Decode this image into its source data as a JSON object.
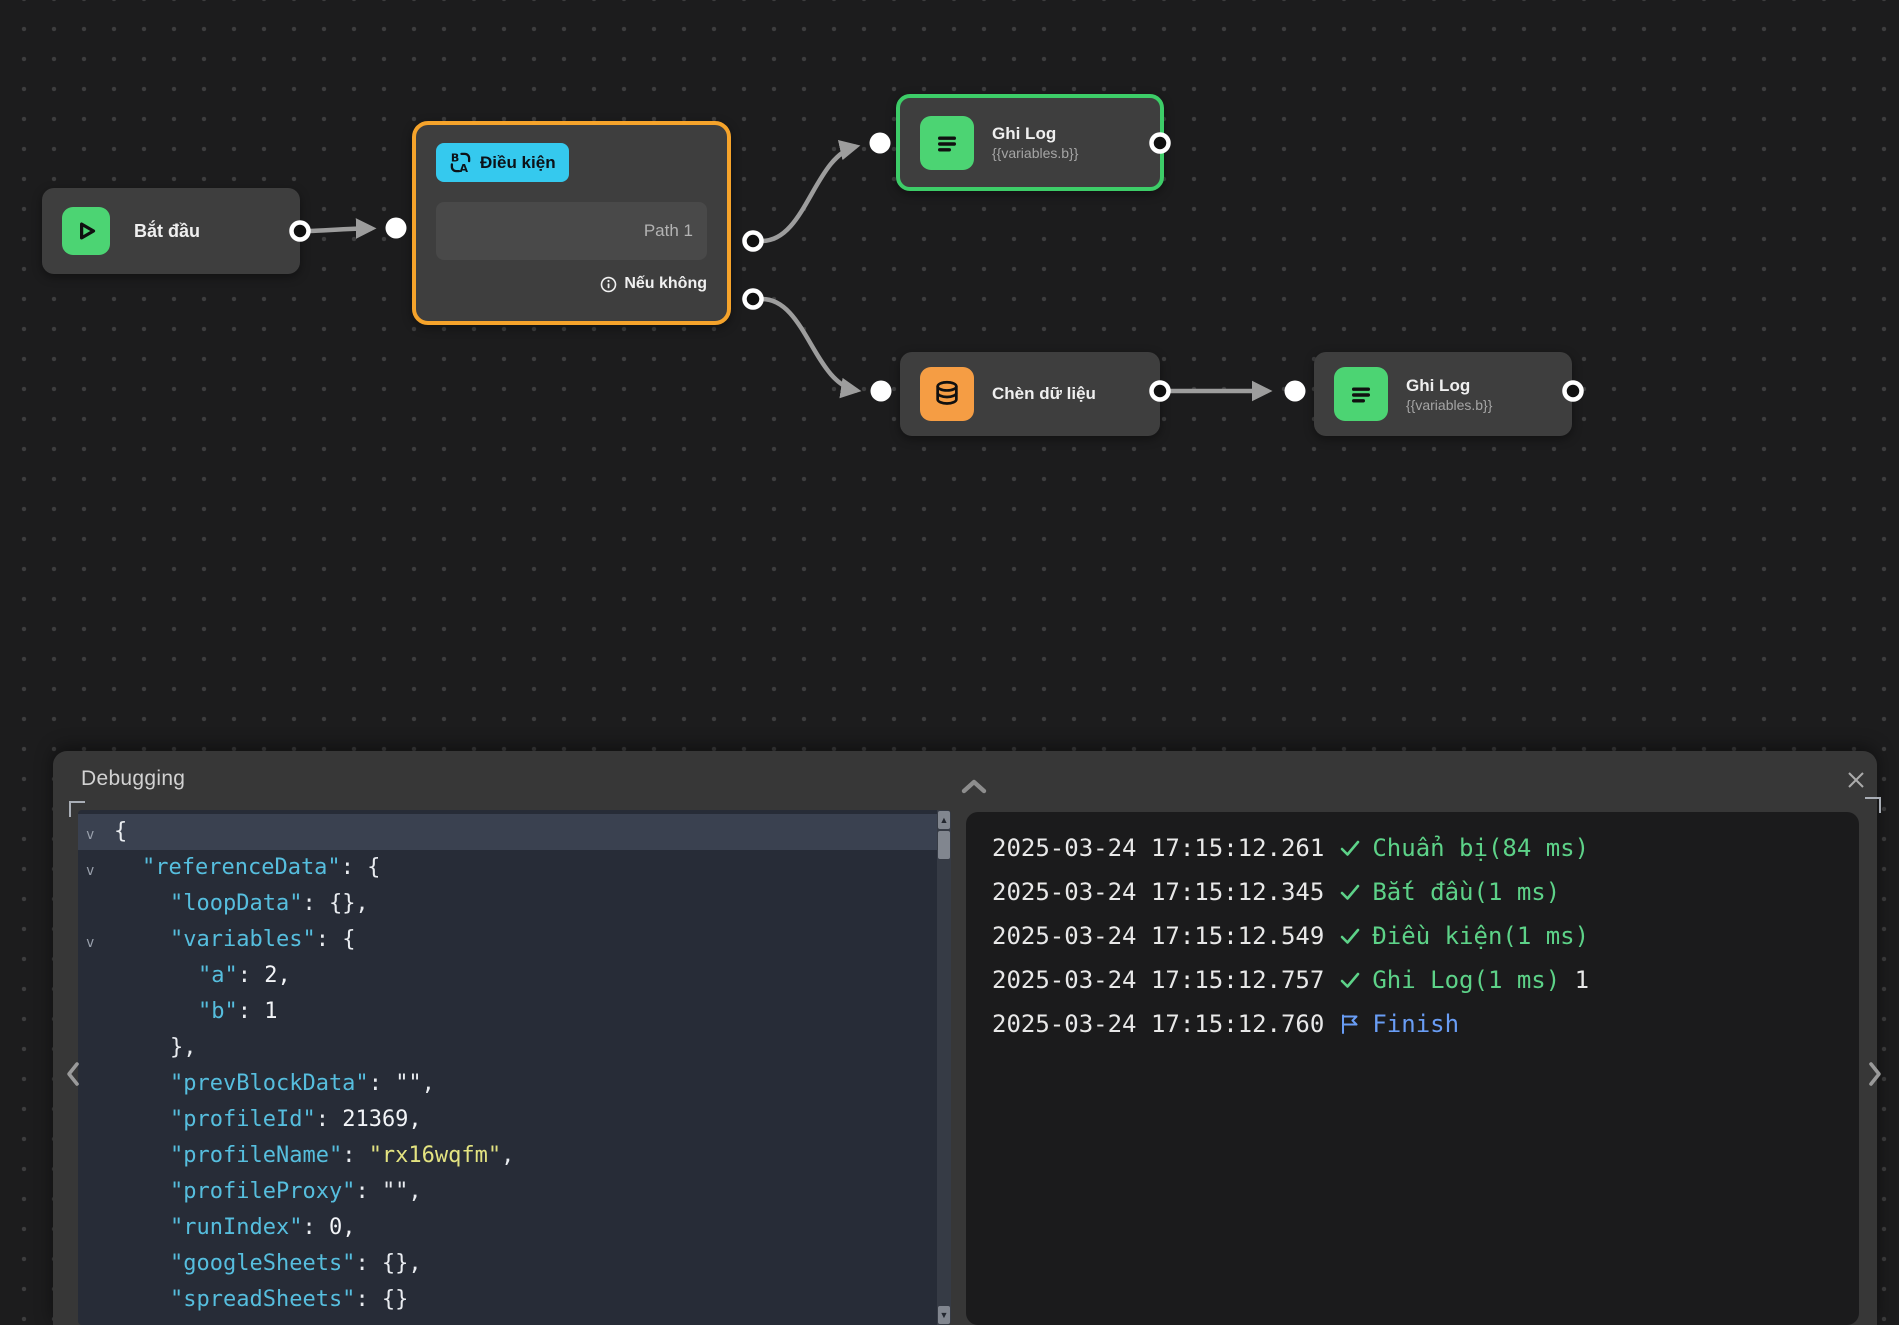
{
  "colors": {
    "canvas_bg": "#1c1c1d",
    "node_bg": "#3e3e3e",
    "green_accent": "#4cd473",
    "green_border": "#3dcd68",
    "orange_border": "#f5a32b",
    "orange_icon": "#f59d44",
    "cyan_badge": "#35c9ee",
    "edge_gray": "#9d9d9d",
    "json_key": "#56bede",
    "json_string": "#e3e381",
    "log_green": "#5dd288",
    "log_blue": "#699df5"
  },
  "nodes": {
    "start": {
      "label": "Bắt đầu"
    },
    "condition": {
      "badge": "Điều kiện",
      "path_label": "Path 1",
      "else_label": "Nếu không"
    },
    "log_top": {
      "title": "Ghi Log",
      "subtitle": "{{variables.b}}"
    },
    "insert": {
      "label": "Chèn dữ liệu"
    },
    "log_bottom": {
      "title": "Ghi Log",
      "subtitle": "{{variables.b}}"
    }
  },
  "debug": {
    "title": "Debugging",
    "json_viewer": {
      "lines": [
        {
          "gutter": "v",
          "indent": 0,
          "highlight": true,
          "tokens": [
            [
              "punc",
              "{"
            ]
          ]
        },
        {
          "gutter": "v",
          "indent": 1,
          "highlight": false,
          "tokens": [
            [
              "key",
              "\"referenceData\""
            ],
            [
              "punc",
              ": {"
            ]
          ]
        },
        {
          "gutter": "",
          "indent": 2,
          "highlight": false,
          "tokens": [
            [
              "key",
              "\"loopData\""
            ],
            [
              "punc",
              ": {},"
            ]
          ]
        },
        {
          "gutter": "v",
          "indent": 2,
          "highlight": false,
          "tokens": [
            [
              "key",
              "\"variables\""
            ],
            [
              "punc",
              ": {"
            ]
          ]
        },
        {
          "gutter": "",
          "indent": 3,
          "highlight": false,
          "tokens": [
            [
              "key",
              "\"a\""
            ],
            [
              "punc",
              ": "
            ],
            [
              "num",
              "2,"
            ]
          ]
        },
        {
          "gutter": "",
          "indent": 3,
          "highlight": false,
          "tokens": [
            [
              "key",
              "\"b\""
            ],
            [
              "punc",
              ": "
            ],
            [
              "num",
              "1"
            ]
          ]
        },
        {
          "gutter": "",
          "indent": 2,
          "highlight": false,
          "tokens": [
            [
              "punc",
              "},"
            ]
          ]
        },
        {
          "gutter": "",
          "indent": 2,
          "highlight": false,
          "tokens": [
            [
              "key",
              "\"prevBlockData\""
            ],
            [
              "punc",
              ": "
            ],
            [
              "punc",
              "\"\","
            ]
          ]
        },
        {
          "gutter": "",
          "indent": 2,
          "highlight": false,
          "tokens": [
            [
              "key",
              "\"profileId\""
            ],
            [
              "punc",
              ": "
            ],
            [
              "num",
              "21369,"
            ]
          ]
        },
        {
          "gutter": "",
          "indent": 2,
          "highlight": false,
          "tokens": [
            [
              "key",
              "\"profileName\""
            ],
            [
              "punc",
              ": "
            ],
            [
              "str",
              "\"rx16wqfm\""
            ],
            [
              "punc",
              ","
            ]
          ]
        },
        {
          "gutter": "",
          "indent": 2,
          "highlight": false,
          "tokens": [
            [
              "key",
              "\"profileProxy\""
            ],
            [
              "punc",
              ": "
            ],
            [
              "punc",
              "\"\","
            ]
          ]
        },
        {
          "gutter": "",
          "indent": 2,
          "highlight": false,
          "tokens": [
            [
              "key",
              "\"runIndex\""
            ],
            [
              "punc",
              ": "
            ],
            [
              "num",
              "0,"
            ]
          ]
        },
        {
          "gutter": "",
          "indent": 2,
          "highlight": false,
          "tokens": [
            [
              "key",
              "\"googleSheets\""
            ],
            [
              "punc",
              ": {},"
            ]
          ]
        },
        {
          "gutter": "",
          "indent": 2,
          "highlight": false,
          "tokens": [
            [
              "key",
              "\"spreadSheets\""
            ],
            [
              "punc",
              ": {}"
            ]
          ]
        }
      ]
    },
    "logs": [
      {
        "timestamp": "2025-03-24 17:15:12.261",
        "icon": "check",
        "message": "Chuẩn bị(84 ms)",
        "extra": ""
      },
      {
        "timestamp": "2025-03-24 17:15:12.345",
        "icon": "check",
        "message": "Bắt đầu(1 ms)",
        "extra": ""
      },
      {
        "timestamp": "2025-03-24 17:15:12.549",
        "icon": "check",
        "message": "Điều kiện(1 ms)",
        "extra": ""
      },
      {
        "timestamp": "2025-03-24 17:15:12.757",
        "icon": "check",
        "message": "Ghi Log(1 ms)",
        "extra": " 1"
      },
      {
        "timestamp": "2025-03-24 17:15:12.760",
        "icon": "flag",
        "message": "Finish",
        "extra": ""
      }
    ]
  }
}
